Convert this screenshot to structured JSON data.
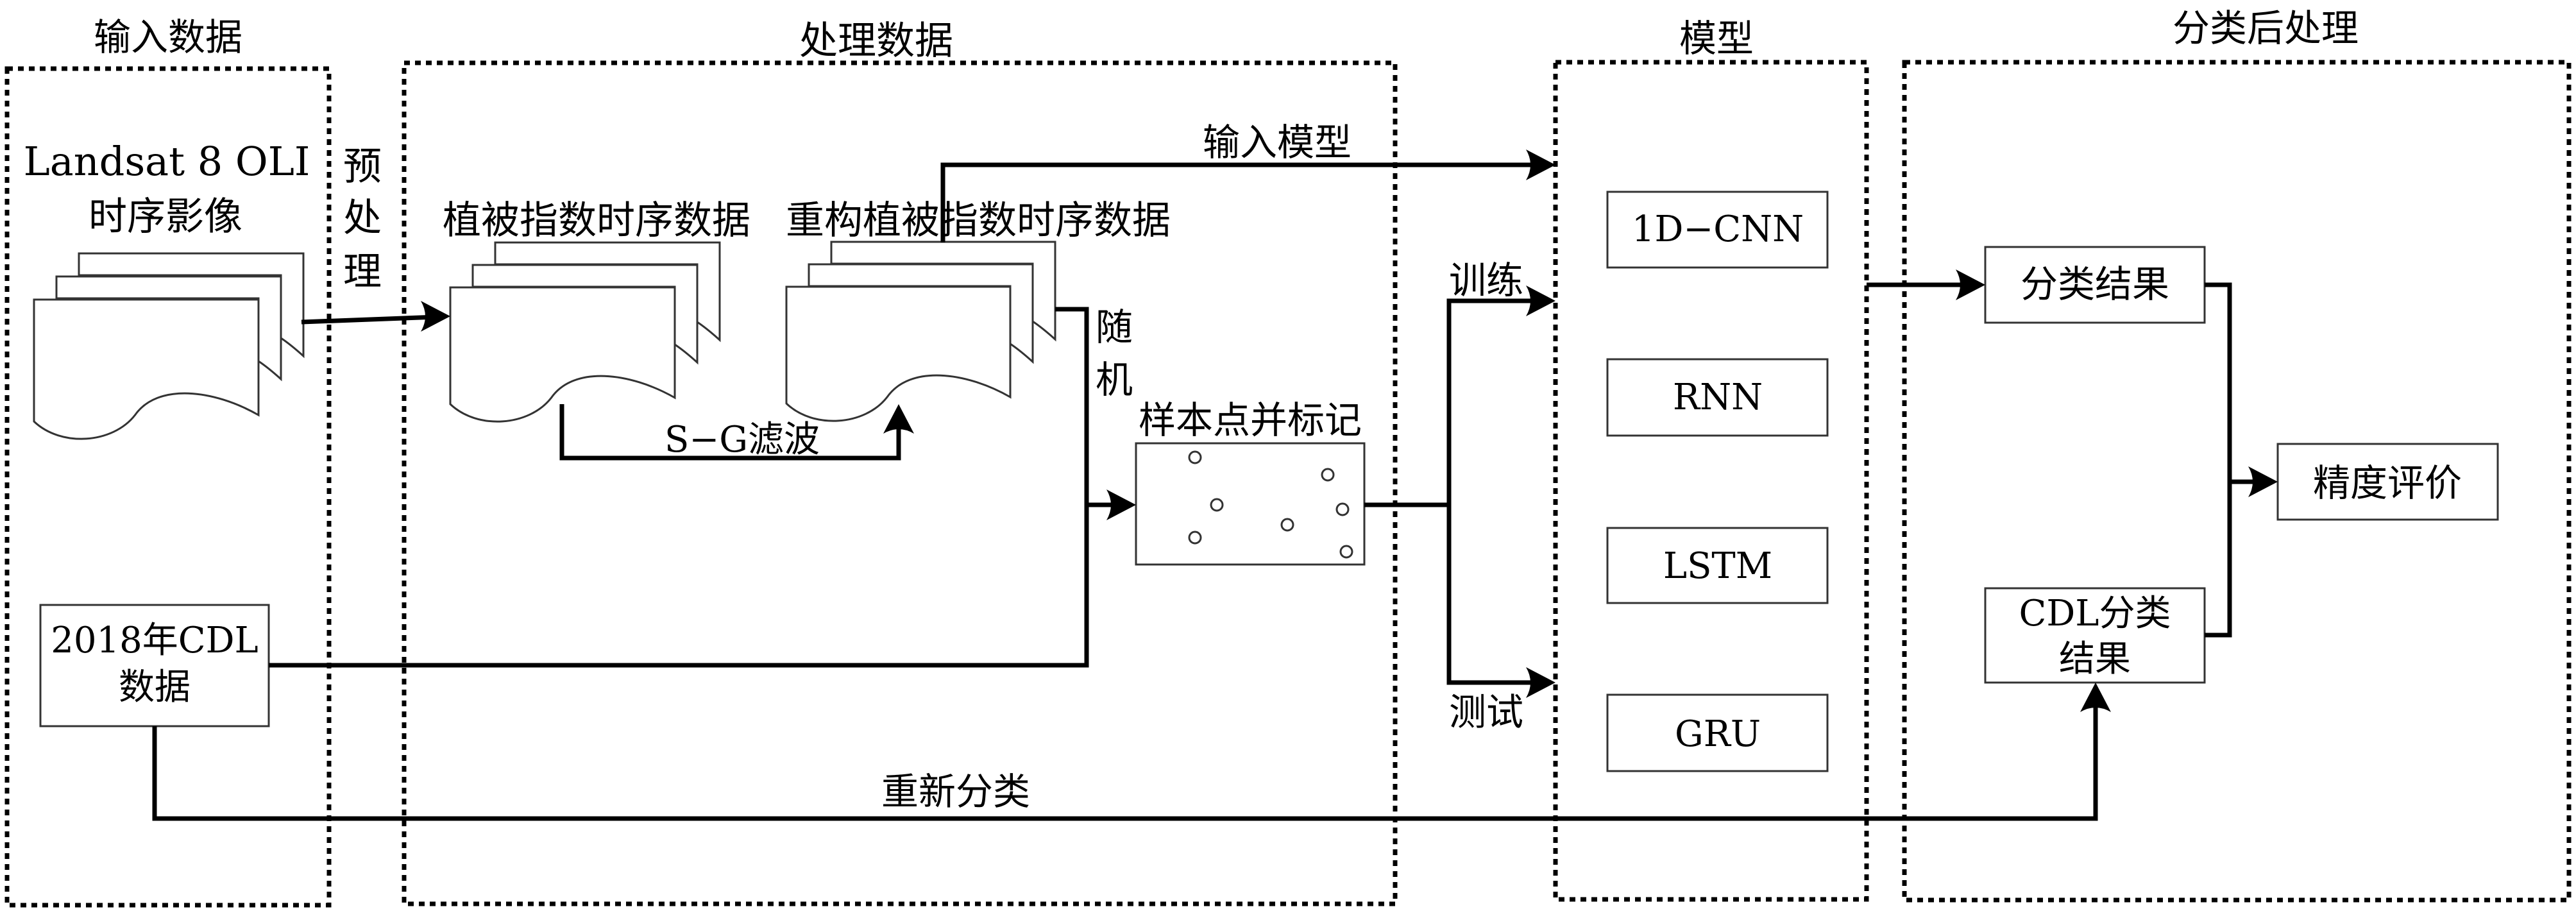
{
  "title": "Crop classification workflow",
  "sections": {
    "input": {
      "heading": "输入数据"
    },
    "processing": {
      "heading": "处理数据"
    },
    "model": {
      "heading": "模型"
    },
    "post": {
      "heading": "分类后处理"
    }
  },
  "nodes": {
    "landsat": {
      "line1": "Landsat 8 OLI",
      "line2": "时序影像"
    },
    "cdl_data": {
      "line1": "2018年CDL",
      "line2": "数据"
    },
    "vi_series": {
      "label": "植被指数时序数据"
    },
    "reconstructed_vi": {
      "label": "重构植被指数时序数据"
    },
    "samples": {
      "label": "样本点并标记",
      "point_count": 7
    },
    "models": [
      "1D−CNN",
      "RNN",
      "LSTM",
      "GRU"
    ],
    "classification_result": {
      "label": "分类结果"
    },
    "cdl_result": {
      "line1": "CDL分类",
      "line2": "结果"
    },
    "accuracy": {
      "label": "精度评价"
    }
  },
  "edges": {
    "preprocess": {
      "chars": [
        "预",
        "处",
        "理"
      ]
    },
    "sg_filter": {
      "label": "S−G滤波"
    },
    "random": {
      "chars": [
        "随",
        "机"
      ]
    },
    "input_model": {
      "label": "输入模型"
    },
    "train": {
      "label": "训练"
    },
    "test": {
      "label": "测试"
    },
    "reclassify": {
      "label": "重新分类"
    }
  }
}
